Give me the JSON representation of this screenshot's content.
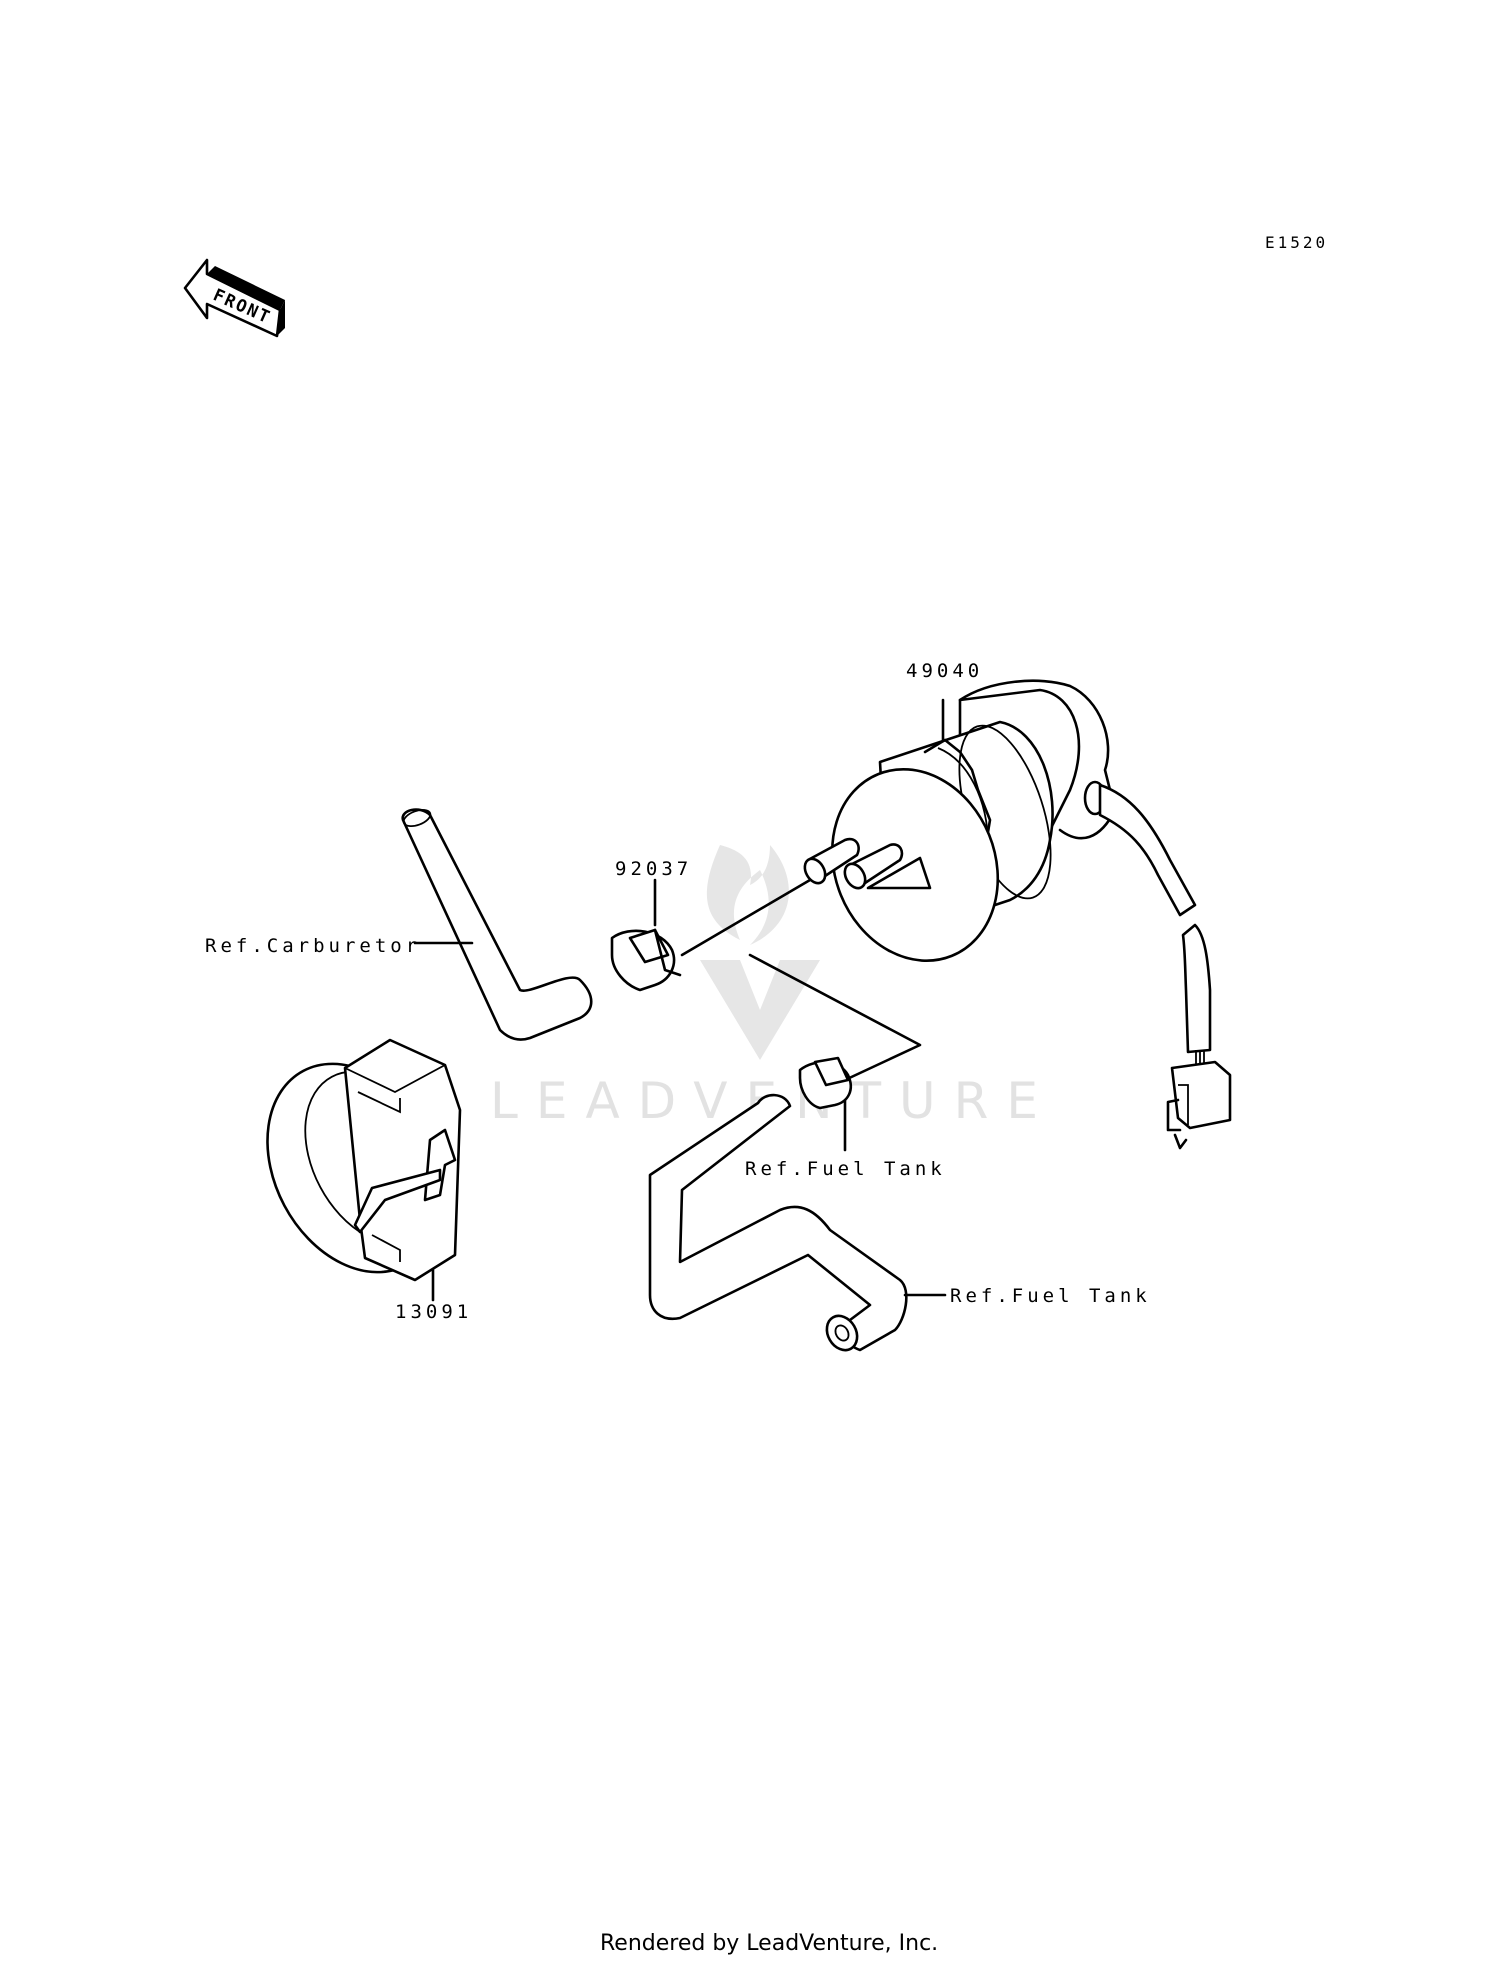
{
  "diagram": {
    "diagram_code": "E1520",
    "front_arrow_label": "FRONT",
    "watermark_text": "LEADVENTURE",
    "footer_text": "Rendered by LeadVenture, Inc.",
    "callouts": {
      "fuel_pump": "49040",
      "clamp": "92037",
      "bracket": "13091",
      "ref_carburetor": "Ref.Carburetor",
      "ref_fuel_tank_1": "Ref.Fuel Tank",
      "ref_fuel_tank_2": "Ref.Fuel Tank"
    }
  }
}
